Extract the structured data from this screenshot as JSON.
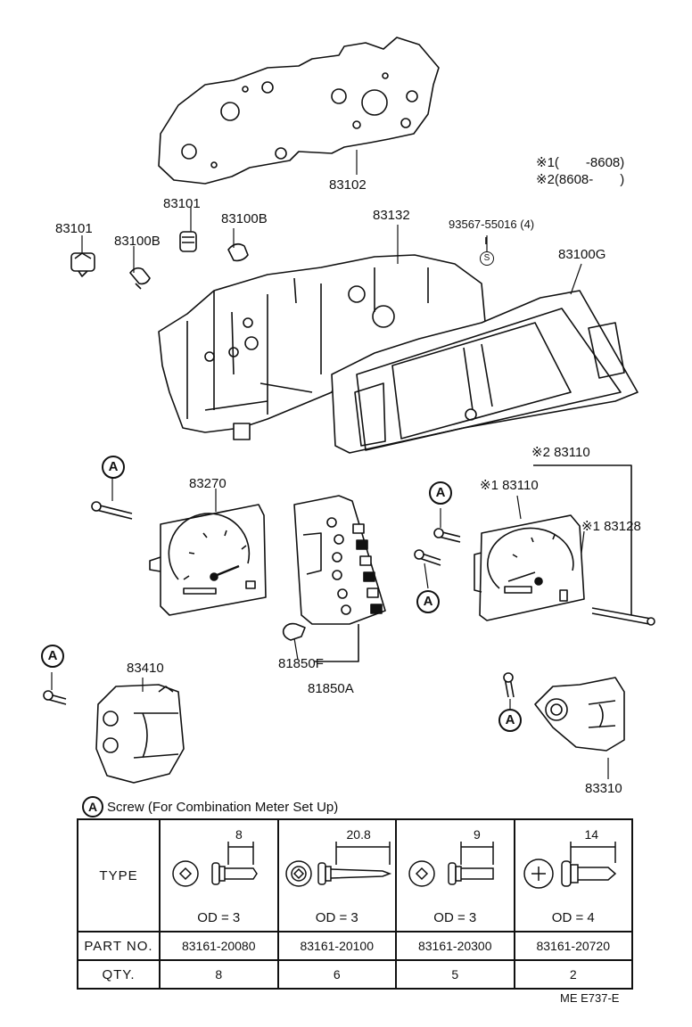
{
  "parts": {
    "p83102": "83102",
    "p83101a": "83101",
    "p83101b": "83101",
    "p83100b_a": "83100B",
    "p83100b_b": "83100B",
    "p83132": "83132",
    "p93567": "93567-55016 (4)",
    "s_mark": "S",
    "p83100g": "83100G",
    "p83270": "83270",
    "p83110_a": "※2 83110",
    "p83110_b": "※1 83110",
    "p83128": "※1 83128",
    "p81850f": "81850F",
    "p81850a": "81850A",
    "p83410": "83410",
    "p83310": "83310"
  },
  "notes": {
    "note1": "※1(　　-8608)",
    "note2": "※2(8608-　　)"
  },
  "callout_a": "A",
  "screw_table": {
    "title": "Screw (For Combination Meter Set Up)",
    "row_type": "TYPE",
    "row_part": "PART NO.",
    "row_qty": "QTY.",
    "columns": [
      {
        "dim": "8",
        "od": "OD = 3",
        "part": "83161-20080",
        "qty": "8"
      },
      {
        "dim": "20.8",
        "od": "OD = 3",
        "part": "83161-20100",
        "qty": "6"
      },
      {
        "dim": "9",
        "od": "OD = 3",
        "part": "83161-20300",
        "qty": "5"
      },
      {
        "dim": "14",
        "od": "OD = 4",
        "part": "83161-20720",
        "qty": "2"
      }
    ]
  },
  "footer": "ME  E737-E"
}
